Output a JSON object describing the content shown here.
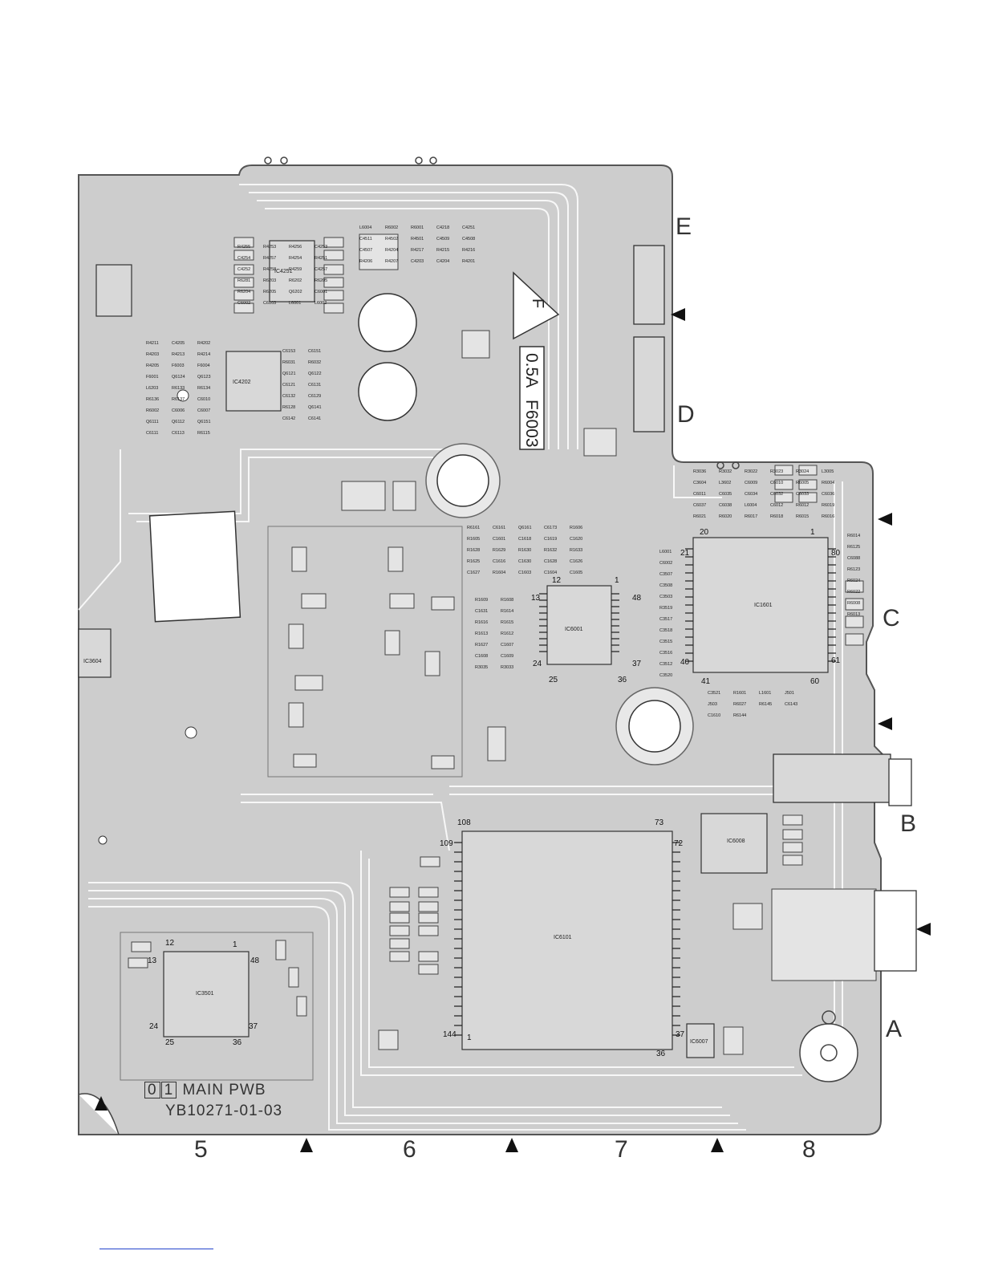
{
  "board": {
    "title_box_1": "0",
    "title_box_2": "1",
    "title": "MAIN PWB",
    "code": "YB10271-01-03"
  },
  "grid": {
    "letters": [
      "E",
      "D",
      "C",
      "B",
      "A"
    ],
    "numbers": [
      "5",
      "6",
      "7",
      "8"
    ]
  },
  "fuse": {
    "rating": "0.5A",
    "ref": "F6003",
    "warning": "F"
  },
  "ic_labels": [
    "IC4251",
    "IC4202",
    "IC6001",
    "IC1601",
    "IC3604",
    "IC6101",
    "IC3501",
    "IC6008",
    "IC6007"
  ],
  "pin_labels": {
    "ic6001": [
      "12",
      "1",
      "48",
      "13",
      "24",
      "25",
      "36",
      "37"
    ],
    "ic1601": [
      "20",
      "1",
      "80",
      "21",
      "40",
      "41",
      "60",
      "61"
    ],
    "ic6101": [
      "108",
      "73",
      "109",
      "72",
      "144",
      "1",
      "36",
      "37"
    ],
    "ic3501": [
      "12",
      "1",
      "48",
      "13",
      "24",
      "25",
      "36",
      "37"
    ]
  },
  "components": [
    "R4255",
    "R4253",
    "R4256",
    "C4253",
    "C4254",
    "R4257",
    "R4254",
    "R4251",
    "C4252",
    "R4258",
    "R4259",
    "C4257",
    "R6281",
    "R6203",
    "R6202",
    "R6205",
    "R6204",
    "R6205",
    "Q6202",
    "C6001",
    "C6002",
    "C6103",
    "L6001",
    "L6002",
    "L6004",
    "R6002",
    "R6001",
    "C4218",
    "C4251",
    "C4511",
    "R4502",
    "R4501",
    "C4509",
    "C4508",
    "C4507",
    "R4204",
    "R4217",
    "R4215",
    "R4216",
    "R4206",
    "R4207",
    "C4203",
    "C4204",
    "R4201",
    "R4211",
    "C4205",
    "R4202",
    "R4203",
    "R4213",
    "R4214",
    "R4205",
    "F6003",
    "F6004",
    "F6001",
    "Q6124",
    "Q6123",
    "L6203",
    "R6133",
    "R6134",
    "R6136",
    "R6137",
    "C6010",
    "R6002",
    "C6006",
    "C6007",
    "Q6111",
    "Q6112",
    "Q6151",
    "C6111",
    "C6113",
    "R6115",
    "C6153",
    "C6151",
    "R6031",
    "R6032",
    "Q6121",
    "Q6122",
    "C6121",
    "C6131",
    "C6132",
    "C6129",
    "R6128",
    "Q6141",
    "C6142",
    "C6141",
    "R6161",
    "C6161",
    "Q6161",
    "C6173",
    "R1606",
    "R1605",
    "C1601",
    "C1618",
    "C1619",
    "C1620",
    "R1628",
    "R1629",
    "R1630",
    "R1632",
    "R1633",
    "R1625",
    "C1616",
    "C1630",
    "C1628",
    "C1626",
    "C1627",
    "R1604",
    "C1603",
    "C1604",
    "C1605",
    "R1609",
    "R1608",
    "C1631",
    "R1614",
    "R1616",
    "R1615",
    "R1613",
    "R1612",
    "R1627",
    "C1607",
    "C1608",
    "C1609",
    "R3035",
    "R3033",
    "R3036",
    "R3032",
    "R3022",
    "R3023",
    "R3024",
    "L3005",
    "C3604",
    "L3602",
    "C6009",
    "C6010",
    "R6005",
    "R6004",
    "C6011",
    "C6035",
    "C6034",
    "C6032",
    "C6033",
    "C6036",
    "C6037",
    "C6038",
    "L6004",
    "C6012",
    "R6012",
    "R6019",
    "R6021",
    "R6020",
    "R6017",
    "R6018",
    "R6015",
    "R6016",
    "R6014",
    "R6125",
    "C6088",
    "R6123",
    "R6024",
    "R6022",
    "R6008",
    "R6013",
    "L6001",
    "C6002",
    "C3507",
    "C3508",
    "C3503",
    "R3519",
    "C3517",
    "C3518",
    "C3515",
    "C3516",
    "C3512",
    "C3520",
    "C3521",
    "R1601",
    "L1601",
    "J501",
    "J503",
    "R6027",
    "R6145",
    "C6143",
    "C1610",
    "R6144"
  ]
}
